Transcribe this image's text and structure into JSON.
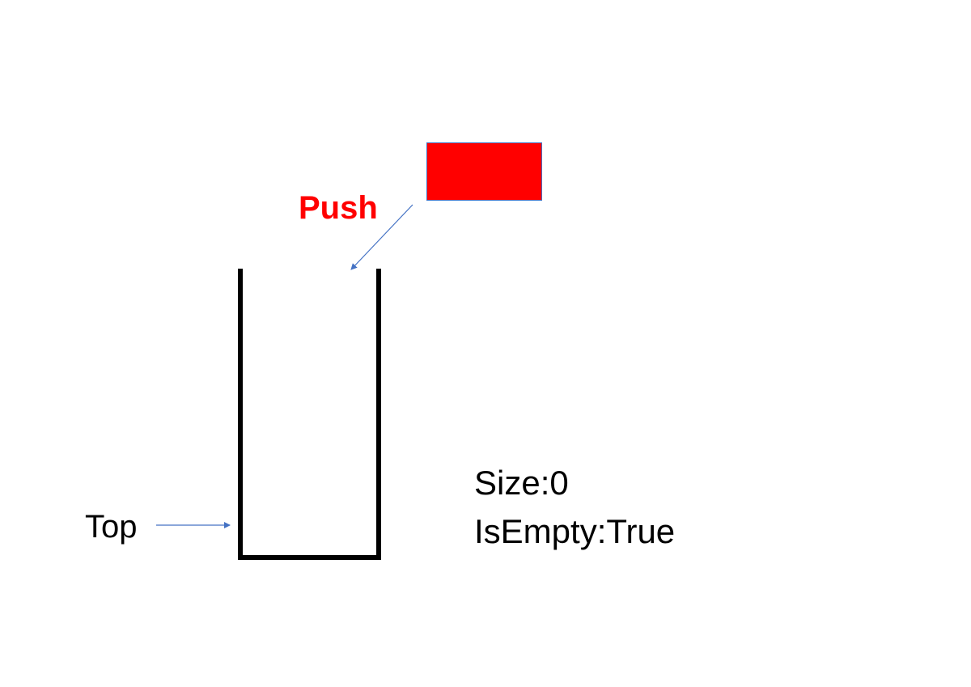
{
  "push_label": "Push",
  "top_label": "Top",
  "size_text": "Size:0",
  "isempty_text": "IsEmpty:True",
  "colors": {
    "element_fill": "#ff0000",
    "element_border": "#4472c4",
    "arrow": "#4472c4",
    "push_text": "#ff0000",
    "container": "#000000"
  }
}
